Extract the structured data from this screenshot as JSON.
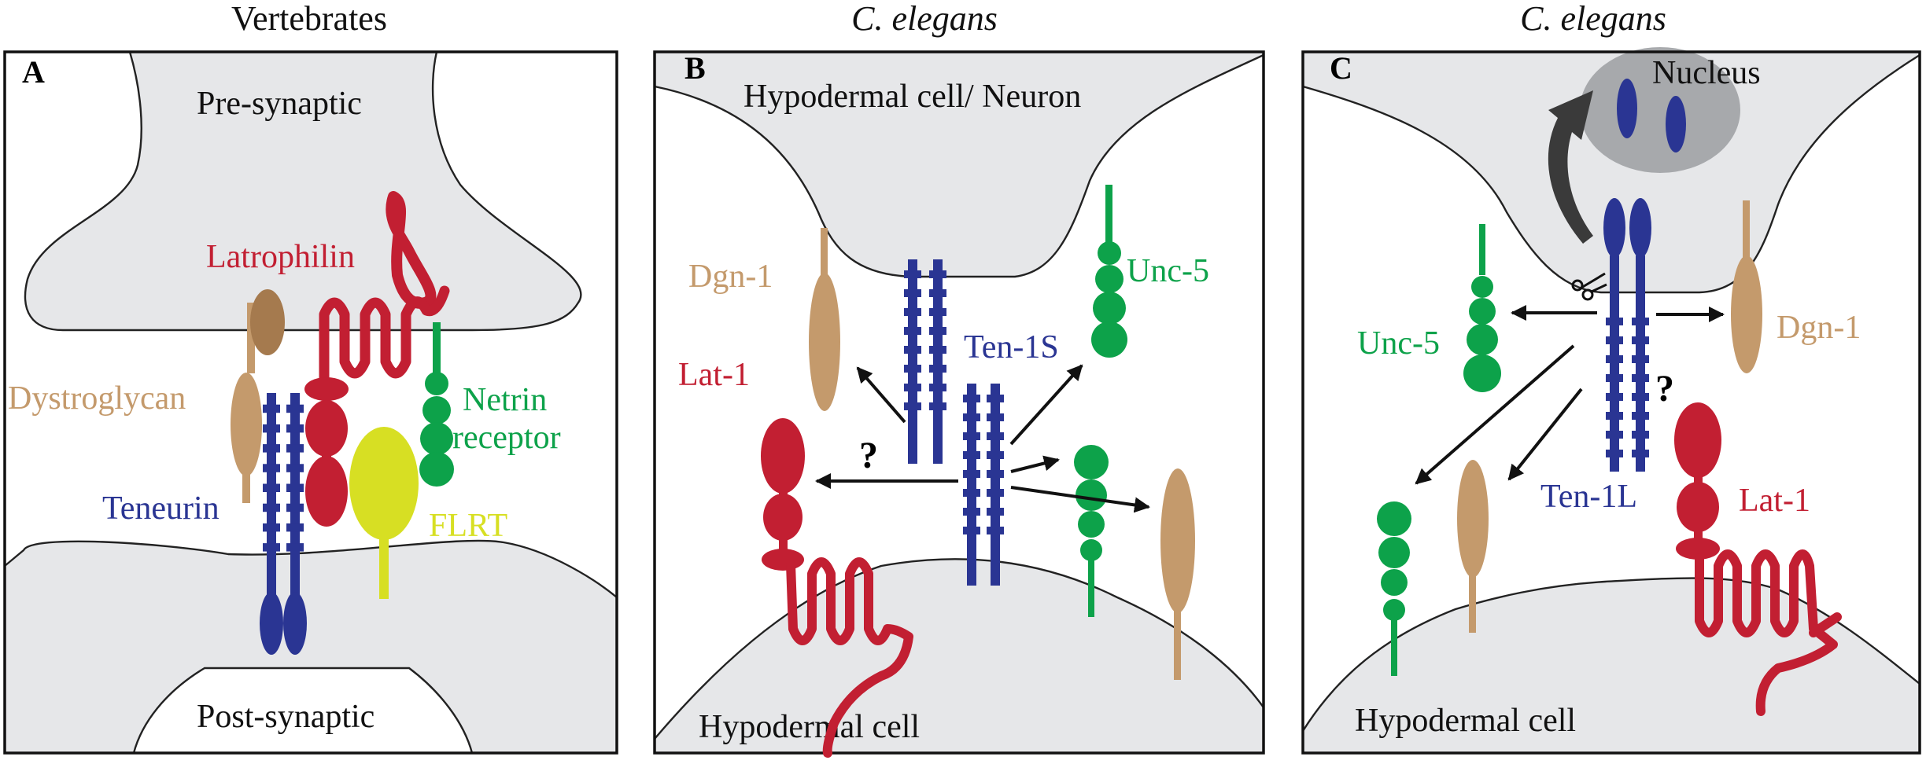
{
  "panels": {
    "a": {
      "header": "Vertebrates",
      "letter": "A",
      "labels": {
        "pre": "Pre-synaptic",
        "post": "Post-synaptic",
        "latrophilin": "Latrophilin",
        "dystroglycan": "Dystroglycan",
        "netrin1": "Netrin",
        "netrin2": "receptor",
        "teneurin": "Teneurin",
        "flrt": "FLRT"
      }
    },
    "b": {
      "header": "C. elegans",
      "letter": "B",
      "labels": {
        "top_cell": "Hypodermal cell/ Neuron",
        "bottom_cell": "Hypodermal cell",
        "dgn": "Dgn-1",
        "lat": "Lat-1",
        "unc": "Unc-5",
        "ten": "Ten-1S",
        "question": "?"
      }
    },
    "c": {
      "header": "C. elegans",
      "letter": "C",
      "labels": {
        "nucleus": "Nucleus",
        "unc": "Unc-5",
        "dgn": "Dgn-1",
        "ten": "Ten-1L",
        "lat": "Lat-1",
        "bottom_cell": "Hypodermal cell",
        "question": "?"
      }
    }
  },
  "colors": {
    "teneurin": "#2a3593",
    "latrophilin": "#c21f32",
    "dystroglycan": "#c49a6c",
    "dystroglycan_dark": "#a57a4e",
    "netrin_receptor": "#0da24a",
    "flrt": "#d7df23",
    "cell": "#e6e7e9",
    "nucleus": "#a7a9ac"
  },
  "icons": [
    "scissors-icon",
    "curved-arrow-icon"
  ]
}
